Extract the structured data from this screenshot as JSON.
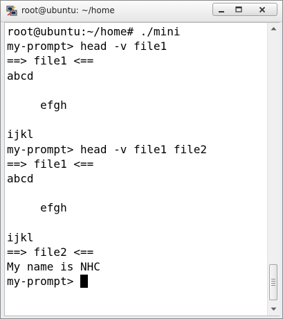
{
  "window": {
    "title": "root@ubuntu: ~/home",
    "icons": {
      "app": "putty-icon",
      "minimize": "minimize-icon",
      "maximize": "maximize-icon",
      "close": "close-icon"
    }
  },
  "terminal": {
    "lines": [
      "root@ubuntu:~/home# ./mini",
      "my-prompt> head -v file1",
      "==> file1 <==",
      "abcd",
      "",
      "     efgh",
      "",
      "ijkl",
      "my-prompt> head -v file1 file2",
      "==> file1 <==",
      "abcd",
      "",
      "     efgh",
      "",
      "ijkl",
      "==> file2 <==",
      "My name is NHC"
    ],
    "prompt": "my-prompt> "
  }
}
